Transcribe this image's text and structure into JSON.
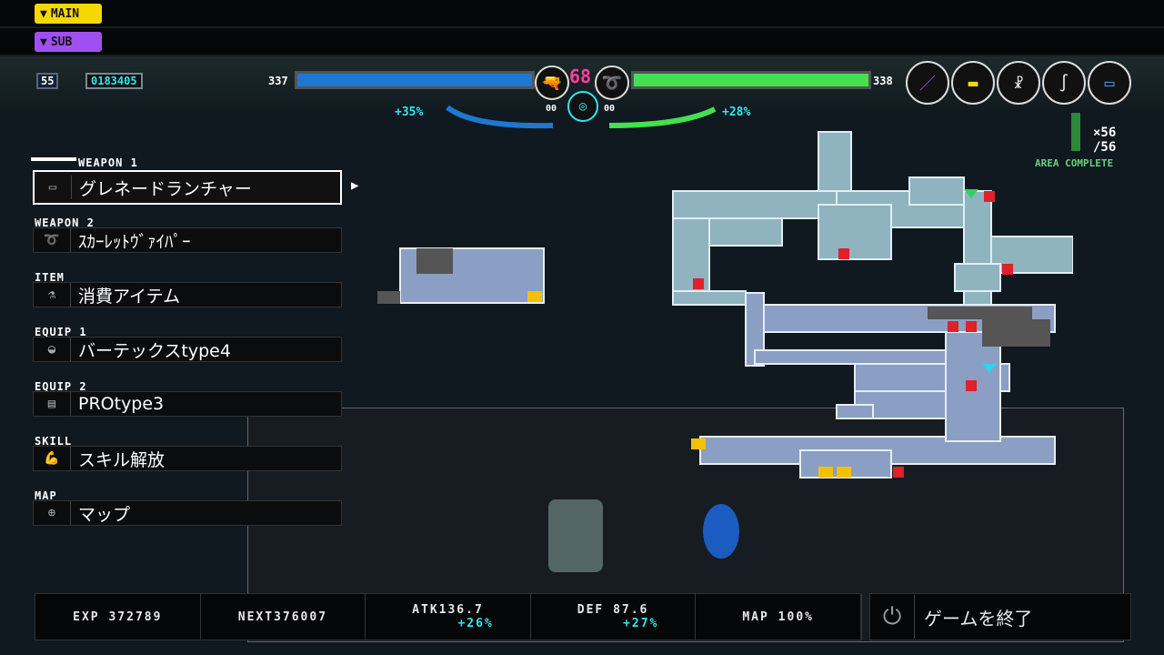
{
  "tags": {
    "main": "MAIN",
    "sub": "SUB"
  },
  "hud": {
    "level": "55",
    "money": "0183405",
    "hp_left": "337",
    "hp_right": "338",
    "center_value": "68",
    "left_bonus": "+35%",
    "right_bonus": "+28%",
    "left_ammo": "00",
    "right_ammo": "00",
    "left_bar_fill": 1.0,
    "right_bar_fill": 1.0
  },
  "area": {
    "count": "×56",
    "total": "/56",
    "status": "AREA COMPLETE"
  },
  "equipment_icons": [
    "syringe-icon",
    "card-icon",
    "sketch-figure-icon",
    "whip-icon",
    "device-icon"
  ],
  "menu": [
    {
      "label": "WEAPON 1",
      "value": "グレネードランチャー",
      "icon": "grenade-launcher-icon"
    },
    {
      "label": "WEAPON 2",
      "value": "ｽｶｰﾚｯﾄｳﾞｧｲﾊﾟｰ",
      "icon": "whip-icon"
    },
    {
      "label": "ITEM",
      "value": "消費アイテム",
      "icon": "pot-icon"
    },
    {
      "label": "EQUIP 1",
      "value": "バーテックスtype4",
      "icon": "armor-icon"
    },
    {
      "label": "EQUIP 2",
      "value": "PROtype3",
      "icon": "chip-icon"
    },
    {
      "label": "SKILL",
      "value": "スキル解放",
      "icon": "arm-icon"
    },
    {
      "label": "MAP",
      "value": "マップ",
      "icon": "map-pin-icon"
    }
  ],
  "stats": {
    "exp": "EXP 372789",
    "next": "NEXT376007",
    "atk": "ATK136.7",
    "atk_bonus": "+26%",
    "def": "DEF 87.6",
    "def_bonus": "+27%",
    "map": "MAP 100%"
  },
  "quit_label": "ゲームを終了",
  "colors": {
    "main": "#f5d800",
    "sub": "#a050f0",
    "hp": "#1e78d0",
    "sp": "#44e050",
    "accent": "#2ee8f0"
  }
}
